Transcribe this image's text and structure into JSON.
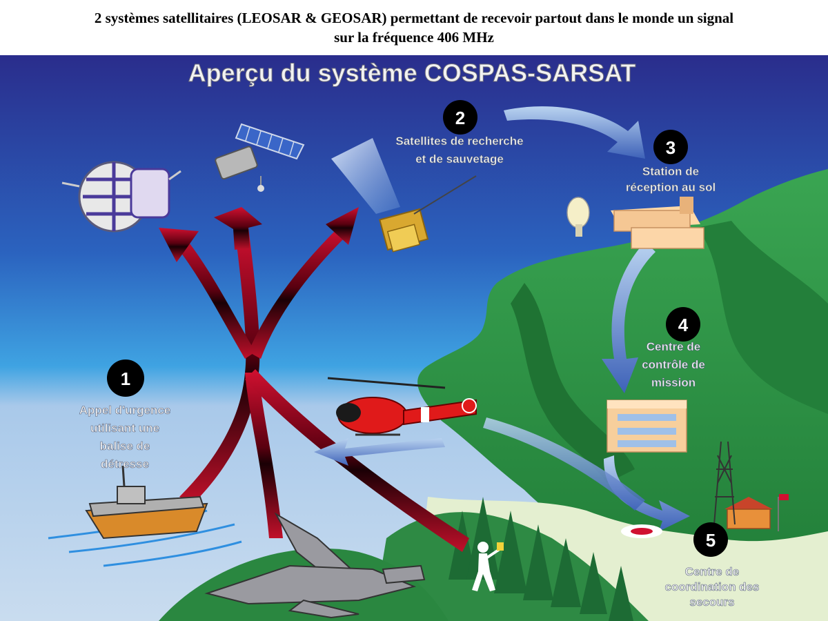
{
  "caption": {
    "line1": "2 systèmes satellitaires (LEOSAR & GEOSAR) permettant de recevoir partout dans le monde un signal",
    "line2": "sur la fréquence 406 MHz"
  },
  "diagram": {
    "title": "Aperçu du système COSPAS-SARSAT",
    "steps": [
      {
        "number": "1",
        "lines": [
          "Appel d'urgence",
          "utilisant une",
          "balise de",
          "détresse"
        ]
      },
      {
        "number": "2",
        "lines": [
          "Satellites de recherche",
          "et de sauvetage"
        ]
      },
      {
        "number": "3",
        "lines": [
          "Station de",
          "réception au sol"
        ]
      },
      {
        "number": "4",
        "lines": [
          "Centre de",
          "contrôle de",
          "mission"
        ]
      },
      {
        "number": "5",
        "lines": [
          "Centre de",
          "coordination des",
          "secours"
        ]
      }
    ]
  },
  "colors": {
    "sky_top": "#2a2d8c",
    "sky_mid": "#2f8fd6",
    "sea": "#a9c9ea",
    "land": "#2f9a4a",
    "signal_red": "#c0102a",
    "flow_blue": "#4a7fc8"
  }
}
